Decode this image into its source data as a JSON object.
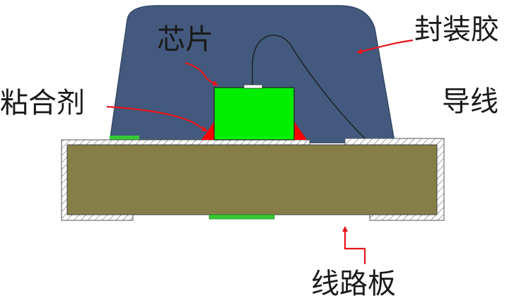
{
  "labels": {
    "encapsulant": "封装胶",
    "chip": "芯片",
    "adhesive": "粘合剂",
    "bond_wire": "导线",
    "circuit_board": "线路板"
  },
  "colors": {
    "encapsulant": "#435a7e",
    "chip": "#00ee00",
    "board_core": "#857e46",
    "adhesive": "#ff0000",
    "arrow": "#e8141b",
    "pad": "#33cc33"
  }
}
